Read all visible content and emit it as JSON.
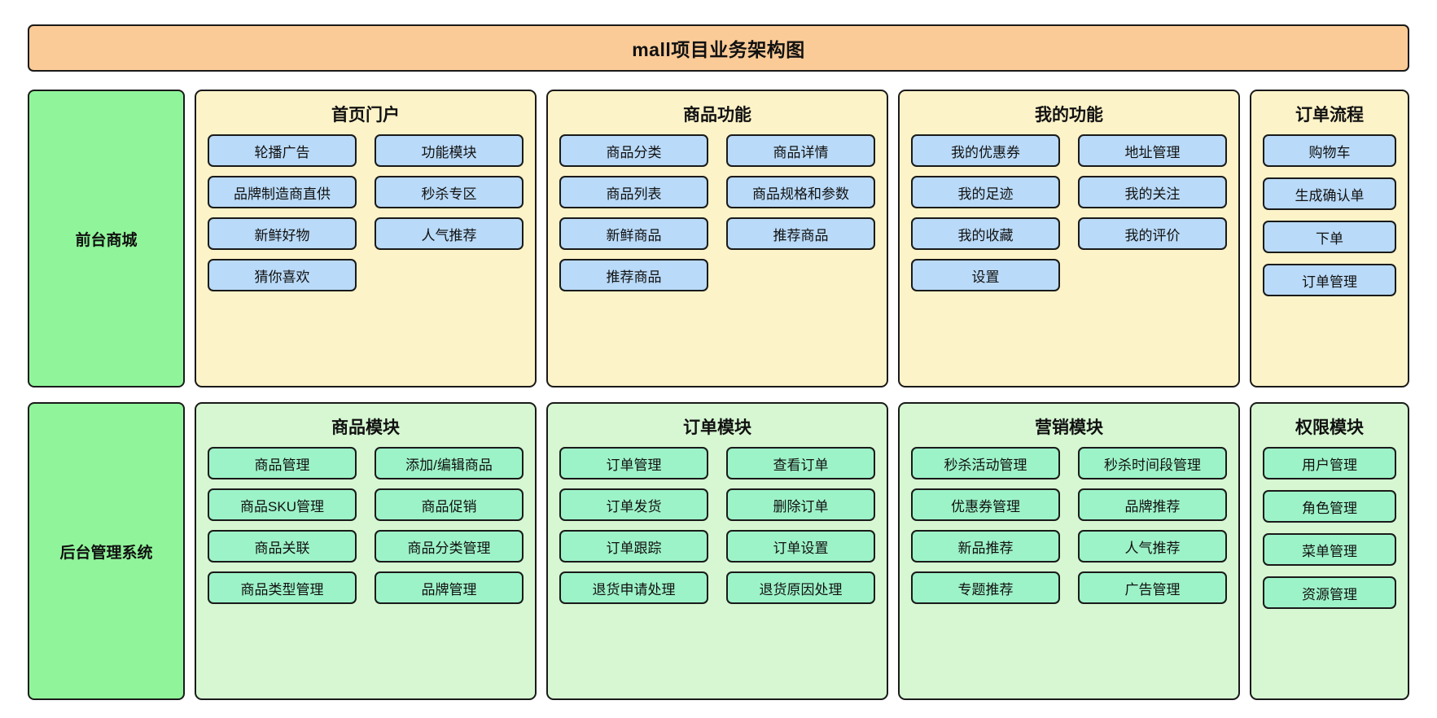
{
  "title": "mall项目业务架构图",
  "bands": [
    {
      "id": "frontend",
      "side_label": "前台商城",
      "palette": "front",
      "groups": [
        {
          "title": "首页门户",
          "width": "wide",
          "items": [
            "轮播广告",
            "功能模块",
            "品牌制造商直供",
            "秒杀专区",
            "新鲜好物",
            "人气推荐",
            "猜你喜欢"
          ]
        },
        {
          "title": "商品功能",
          "width": "wide",
          "items": [
            "商品分类",
            "商品详情",
            "商品列表",
            "商品规格和参数",
            "新鲜商品",
            "推荐商品",
            "推荐商品"
          ]
        },
        {
          "title": "我的功能",
          "width": "wide",
          "items": [
            "我的优惠券",
            "地址管理",
            "我的足迹",
            "我的关注",
            "我的收藏",
            "我的评价",
            "设置"
          ]
        },
        {
          "title": "订单流程",
          "width": "narrow",
          "items": [
            "购物车",
            "生成确认单",
            "下单",
            "订单管理"
          ]
        }
      ]
    },
    {
      "id": "admin",
      "side_label": "后台管理系统",
      "palette": "admin",
      "groups": [
        {
          "title": "商品模块",
          "width": "wide",
          "items": [
            "商品管理",
            "添加/编辑商品",
            "商品SKU管理",
            "商品促销",
            "商品关联",
            "商品分类管理",
            "商品类型管理",
            "品牌管理"
          ]
        },
        {
          "title": "订单模块",
          "width": "wide",
          "items": [
            "订单管理",
            "查看订单",
            "订单发货",
            "删除订单",
            "订单跟踪",
            "订单设置",
            "退货申请处理",
            "退货原因处理"
          ]
        },
        {
          "title": "营销模块",
          "width": "wide",
          "items": [
            "秒杀活动管理",
            "秒杀时间段管理",
            "优惠券管理",
            "品牌推荐",
            "新品推荐",
            "人气推荐",
            "专题推荐",
            "广告管理"
          ]
        },
        {
          "title": "权限模块",
          "width": "narrow",
          "items": [
            "用户管理",
            "角色管理",
            "菜单管理",
            "资源管理"
          ]
        }
      ]
    }
  ],
  "colors": {
    "title_bg": "#fbcb97",
    "side_label_bg": "#90f59a",
    "front_group_bg": "#fdf3c8",
    "front_chip_bg": "#b9daf8",
    "admin_group_bg": "#d6f7d2",
    "admin_chip_bg": "#9df3c8",
    "border": "#1a1a1a"
  }
}
